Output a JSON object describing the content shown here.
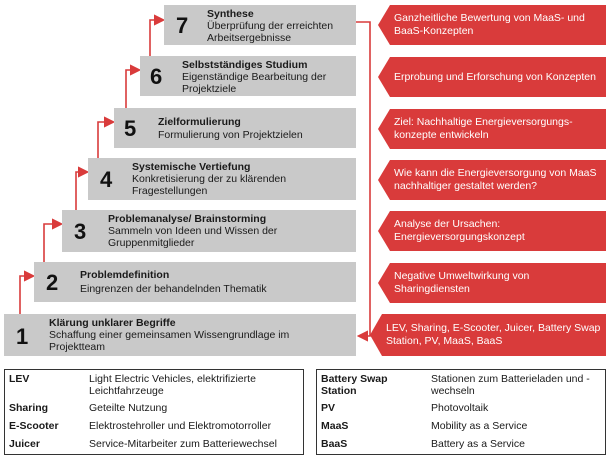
{
  "steps": [
    {
      "num": "1",
      "title": "Klärung unklarer Begriffe",
      "desc": "Schaffung einer gemeinsamen Wissengrundlage im Projektteam"
    },
    {
      "num": "2",
      "title": "Problemdefinition",
      "desc": "Eingrenzen der behandelnden Thematik"
    },
    {
      "num": "3",
      "title": "Problemanalyse/ Brainstorming",
      "desc": "Sammeln von Ideen und Wissen der Gruppenmitglieder"
    },
    {
      "num": "4",
      "title": "Systemische Vertiefung",
      "desc": "Konkretisierung der zu klärenden Fragestellungen"
    },
    {
      "num": "5",
      "title": "Zielformulierung",
      "desc": "Formulierung von Projektzielen"
    },
    {
      "num": "6",
      "title": "Selbstständiges Studium",
      "desc": "Eigenständige Bearbeitung der Projektziele"
    },
    {
      "num": "7",
      "title": "Synthese",
      "desc": "Überprüfung der erreichten Arbeitsergebnisse"
    }
  ],
  "notes": [
    "LEV, Sharing, E-Scooter, Juicer, Battery Swap Station, PV, MaaS, BaaS",
    "Negative Umweltwirkung von Sharingdiensten",
    "Analyse der Ursachen: Energieversorgungskonzept",
    "Wie kann die Energieversorgung von MaaS nachhaltiger gestaltet werden?",
    "Ziel: Nachhaltige Energieversorgungs-konzepte entwickeln",
    "Erprobung und Erforschung von Konzepten",
    "Ganzheitliche Bewertung von MaaS- und BaaS-Konzepten"
  ],
  "colors": {
    "step": "#c9c9c9",
    "accent": "#d93b3b",
    "connector": "#d93b3b"
  },
  "legend_left": [
    {
      "term": "LEV",
      "def": "Light Electric Vehicles, elektrifizierte Leichtfahrzeuge"
    },
    {
      "term": "Sharing",
      "def": "Geteilte Nutzung"
    },
    {
      "term": "E-Scooter",
      "def": "Elektrostehroller und Elektromotorroller"
    },
    {
      "term": "Juicer",
      "def": "Service-Mitarbeiter zum Batteriewechsel"
    }
  ],
  "legend_right": [
    {
      "term": "Battery Swap Station",
      "def": "Stationen zum Batterieladen und -wechseln"
    },
    {
      "term": "PV",
      "def": "Photovoltaik"
    },
    {
      "term": "MaaS",
      "def": "Mobility as a Service"
    },
    {
      "term": "BaaS",
      "def": "Battery as a Service"
    }
  ]
}
